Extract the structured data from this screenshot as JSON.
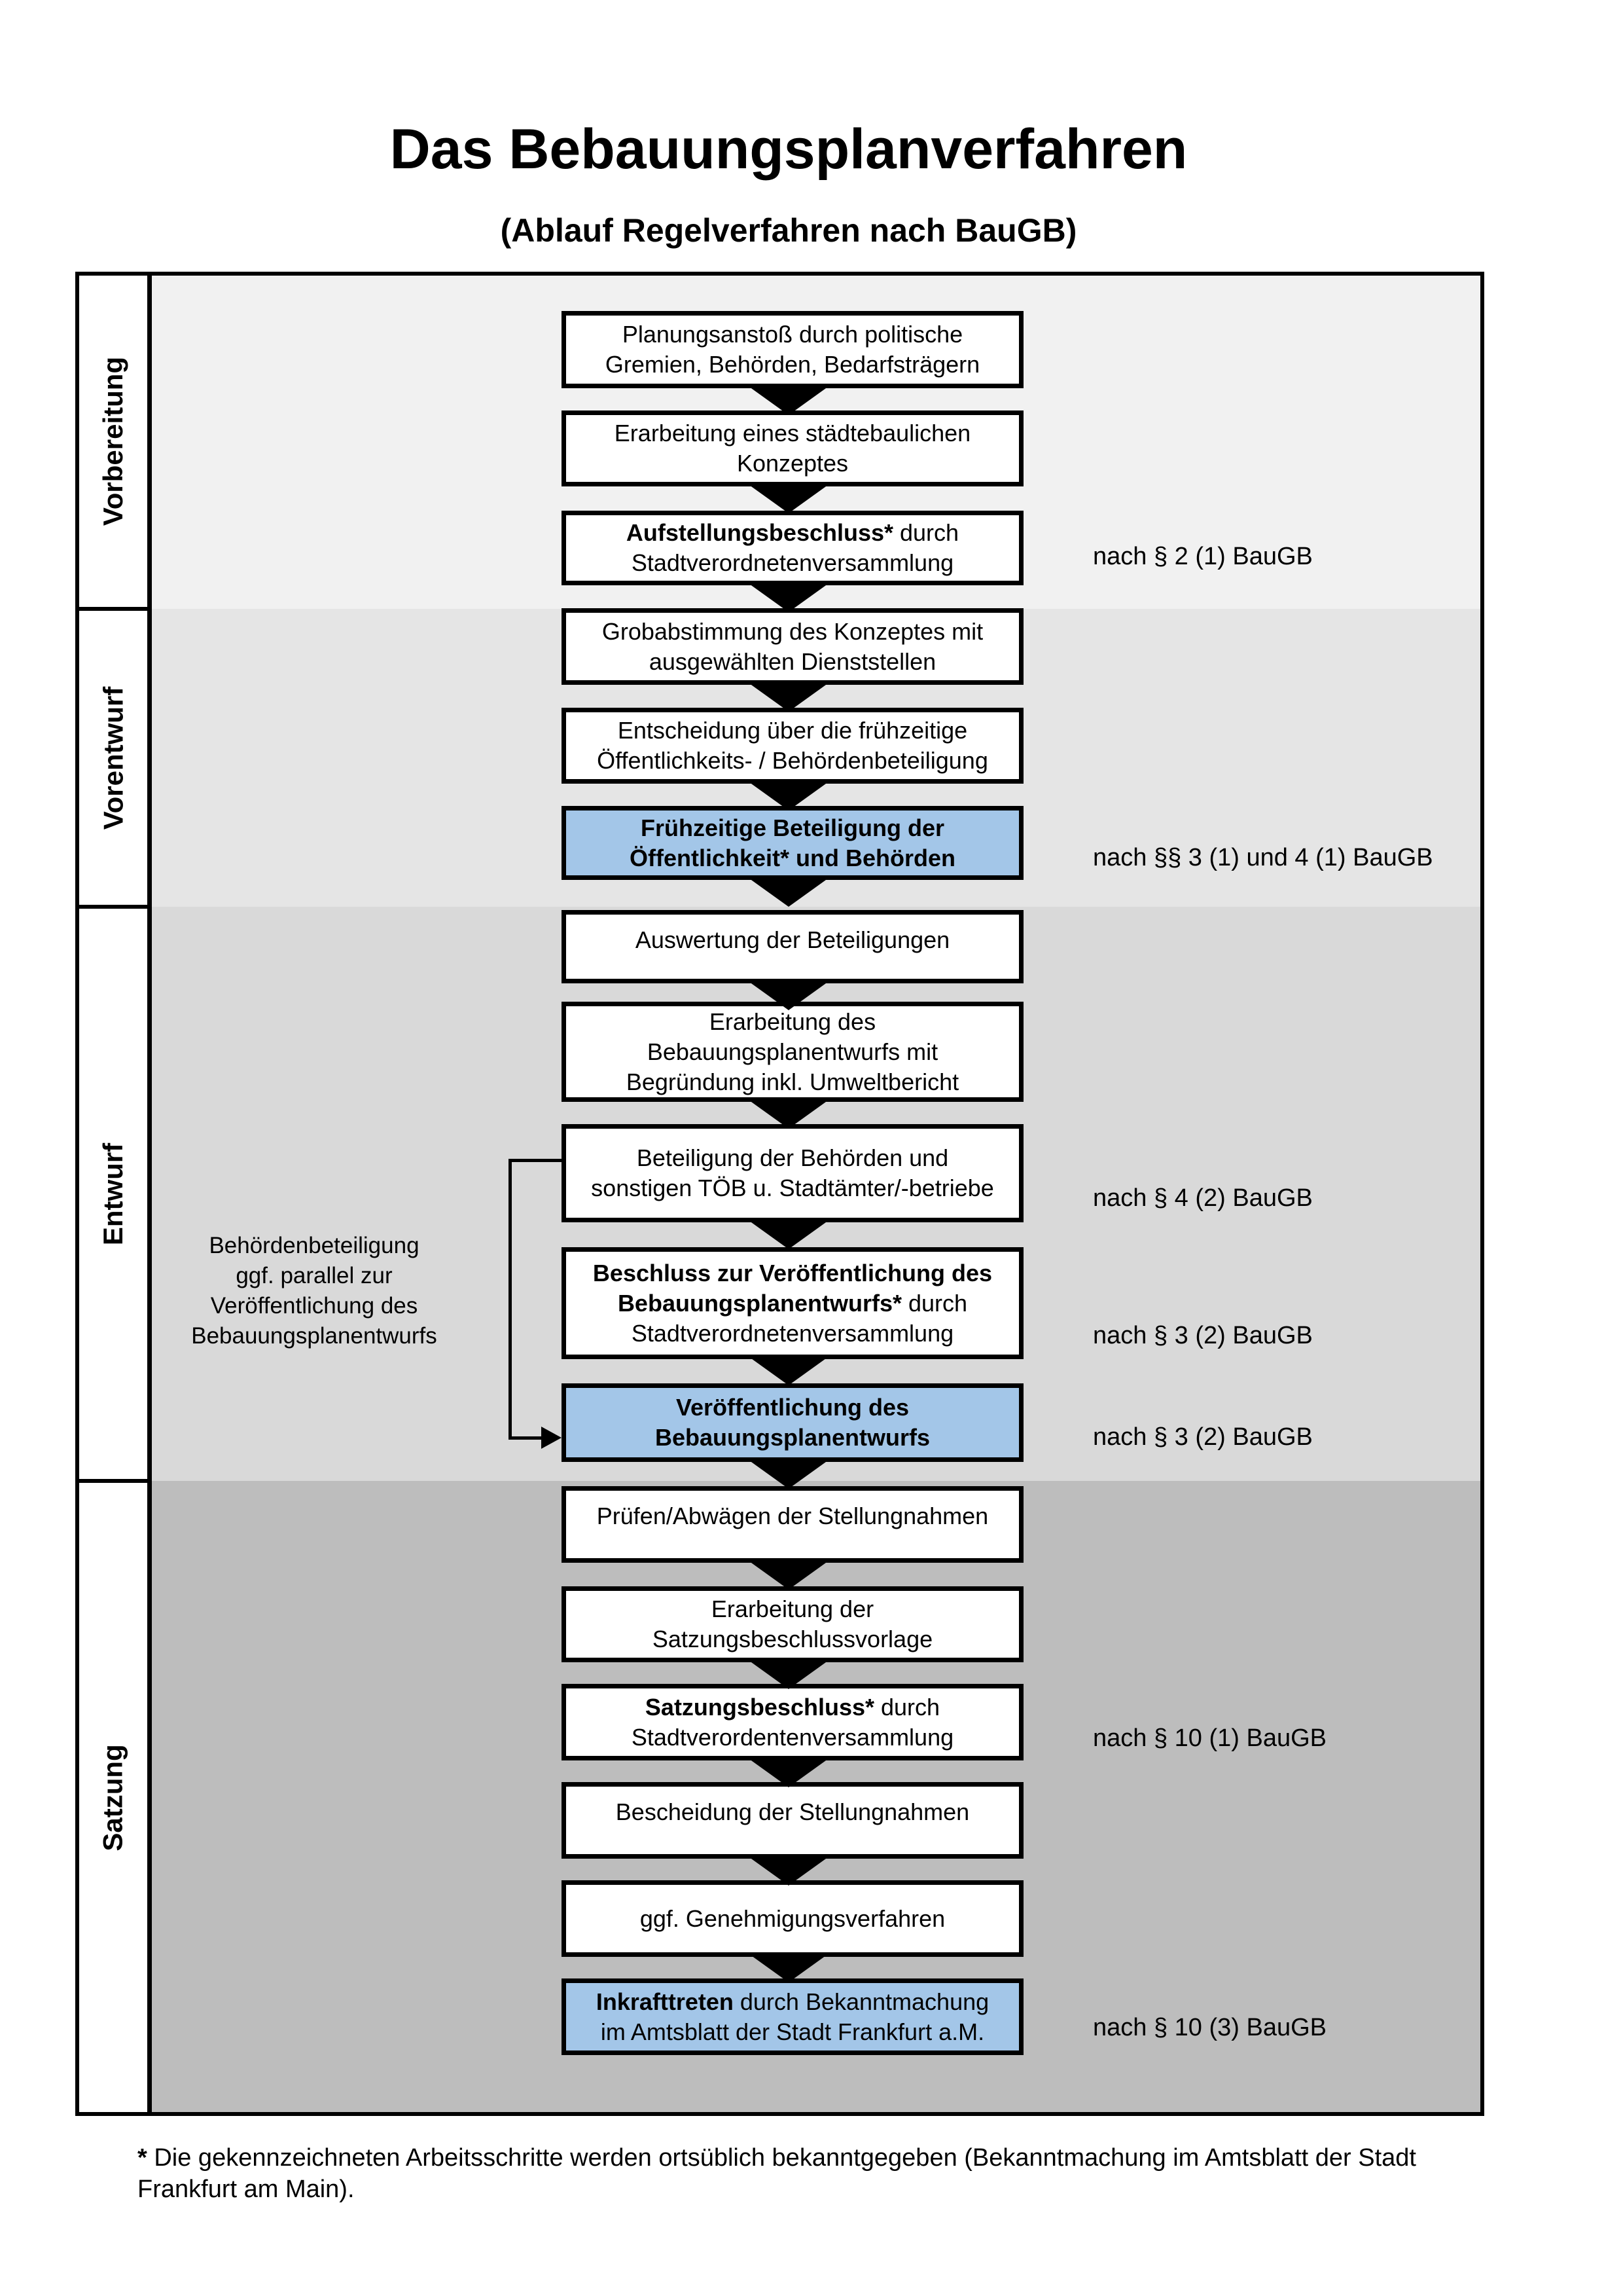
{
  "page": {
    "title": "Das Bebauungsplanverfahren",
    "subtitle": "(Ablauf Regelverfahren nach BauGB)"
  },
  "phases": [
    {
      "label": "Vorbereitung"
    },
    {
      "label": "Vorentwurf"
    },
    {
      "label": "Entwurf"
    },
    {
      "label": "Satzung"
    }
  ],
  "boxes": [
    {
      "bold": "",
      "text": "Planungsanstoß durch politische\nGremien, Behörden, Bedarfsträgern",
      "variant": "white"
    },
    {
      "bold": "",
      "text": "Erarbeitung eines städtebaulichen\nKonzeptes",
      "variant": "white"
    },
    {
      "bold": "Aufstellungsbeschluss*",
      "text": " durch\nStadtverordnetenversammlung",
      "variant": "white"
    },
    {
      "bold": "",
      "text": "Grobabstimmung des Konzeptes mit\nausgewählten Dienststellen",
      "variant": "white"
    },
    {
      "bold": "",
      "text": "Entscheidung über die frühzeitige\nÖffentlichkeits- / Behördenbeteiligung",
      "variant": "white"
    },
    {
      "bold": "Frühzeitige Beteiligung der\nÖffentlichkeit* und Behörden",
      "text": "",
      "variant": "blue"
    },
    {
      "bold": "",
      "text": "Auswertung der Beteiligungen",
      "variant": "white"
    },
    {
      "bold": "",
      "text": "Erarbeitung des\nBebauungsplanentwurfs mit\nBegründung inkl. Umweltbericht",
      "variant": "white"
    },
    {
      "bold": "",
      "text": "Beteiligung der Behörden und\nsonstigen TÖB u. Stadtämter/-betriebe",
      "variant": "white"
    },
    {
      "bold": "Beschluss zur Veröffentlichung des\nBebauungsplanentwurfs*",
      "text": " durch\nStadtverordnetenversammlung",
      "variant": "white"
    },
    {
      "bold": "Veröffentlichung des\nBebauungsplanentwurfs",
      "text": "",
      "variant": "blue"
    },
    {
      "bold": "",
      "text": "Prüfen/Abwägen der Stellungnahmen",
      "variant": "white"
    },
    {
      "bold": "",
      "text": "Erarbeitung der\nSatzungsbeschlussvorlage",
      "variant": "white"
    },
    {
      "bold": "Satzungsbeschluss*",
      "text": " durch\nStadtverordentenversammlung",
      "variant": "white"
    },
    {
      "bold": "",
      "text": "Bescheidung der Stellungnahmen",
      "variant": "white"
    },
    {
      "bold": "",
      "text": "ggf. Genehmigungsverfahren",
      "variant": "white"
    },
    {
      "bold": "Inkrafttreten",
      "text": " durch Bekanntmachung\nim Amtsblatt der Stadt Frankfurt a.M.",
      "variant": "blue"
    }
  ],
  "annotations": [
    {
      "text": "nach § 2 (1) BauGB"
    },
    {
      "text": "nach §§ 3 (1) und 4 (1) BauGB"
    },
    {
      "text": "nach § 4 (2) BauGB"
    },
    {
      "text": "nach § 3 (2) BauGB"
    },
    {
      "text": "nach § 3 (2) BauGB"
    },
    {
      "text": "nach § 10 (1) BauGB"
    },
    {
      "text": "nach § 10 (3) BauGB"
    }
  ],
  "side_note": {
    "text": "Behördenbeteiligung\nggf. parallel zur\nVeröffentlichung des\nBebauungsplanentwurfs"
  },
  "footnote": {
    "marker": "*",
    "text": " Die gekennzeichneten Arbeitsschritte werden ortsüblich bekanntgegeben (Bekanntmachung im Amtsblatt der Stadt\nFrankfurt am Main)."
  },
  "colors": {
    "highlight_blue": "#a3c6e8",
    "phase_backgrounds": [
      "#f1f1f1",
      "#e5e5e5",
      "#d9d9d9",
      "#bdbdbd"
    ],
    "box_border": "#000000"
  }
}
